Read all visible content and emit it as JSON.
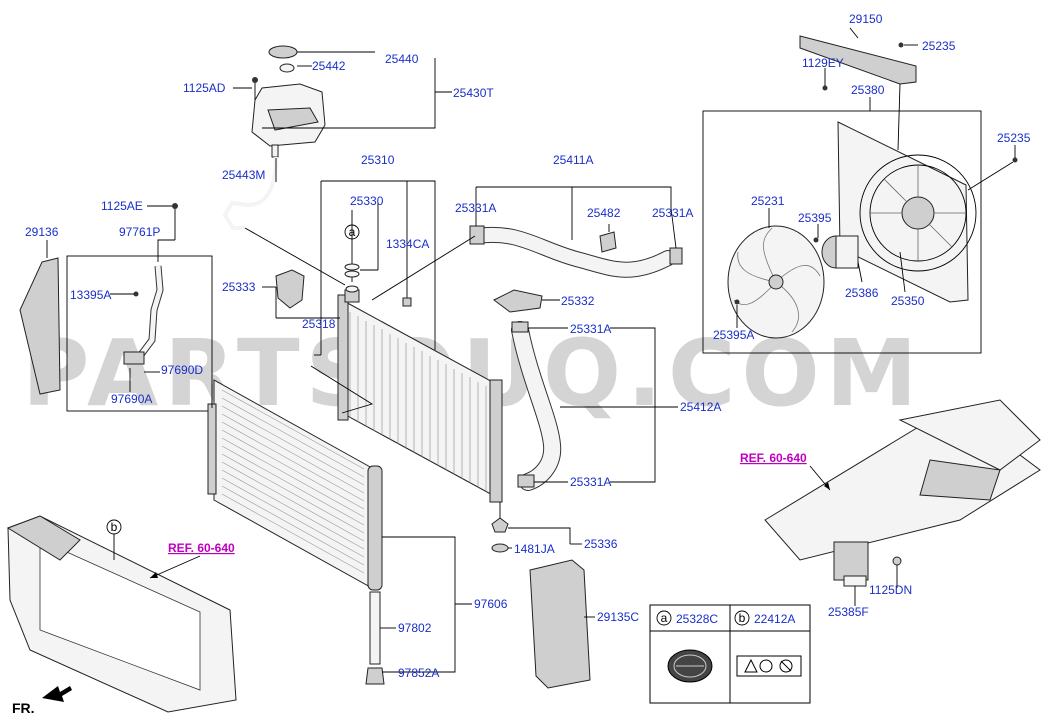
{
  "parts": {
    "p29150": "29150",
    "p25235_top": "25235",
    "p1129EY": "1129EY",
    "p25380": "25380",
    "p25235_right": "25235",
    "p25231": "25231",
    "p25395": "25395",
    "p25386": "25386",
    "p25350": "25350",
    "p25395A": "25395A",
    "p25440": "25440",
    "p25442": "25442",
    "p1125AD": "1125AD",
    "p25430T": "25430T",
    "p25443M": "25443M",
    "p25310": "25310",
    "p25330": "25330",
    "p1334CA": "1334CA",
    "p25411A": "25411A",
    "p25331A_1": "25331A",
    "p25482": "25482",
    "p25331A_2": "25331A",
    "p1125AE": "1125AE",
    "p29136": "29136",
    "p97761P": "97761P",
    "p13395A": "13395A",
    "p97690D": "97690D",
    "p97690A": "97690A",
    "p25333": "25333",
    "p25318": "25318",
    "p25332": "25332",
    "p25331A_3": "25331A",
    "p25412A": "25412A",
    "p25331A_4": "25331A",
    "p25336": "25336",
    "p1481JA": "1481JA",
    "p97606": "97606",
    "p97802": "97802",
    "p97852A": "97852A",
    "p29135C": "29135C",
    "p1125DN": "1125DN",
    "p25385F": "25385F"
  },
  "refs": {
    "ref_right": "REF. 60-640",
    "ref_left": "REF. 60-640"
  },
  "callouts": {
    "a": "a",
    "b": "b"
  },
  "legend": {
    "a_letter": "a",
    "a_part": "25328C",
    "b_letter": "b",
    "b_part": "22412A"
  },
  "front_label": "FR.",
  "watermark": "PARTSOUQ.COM"
}
